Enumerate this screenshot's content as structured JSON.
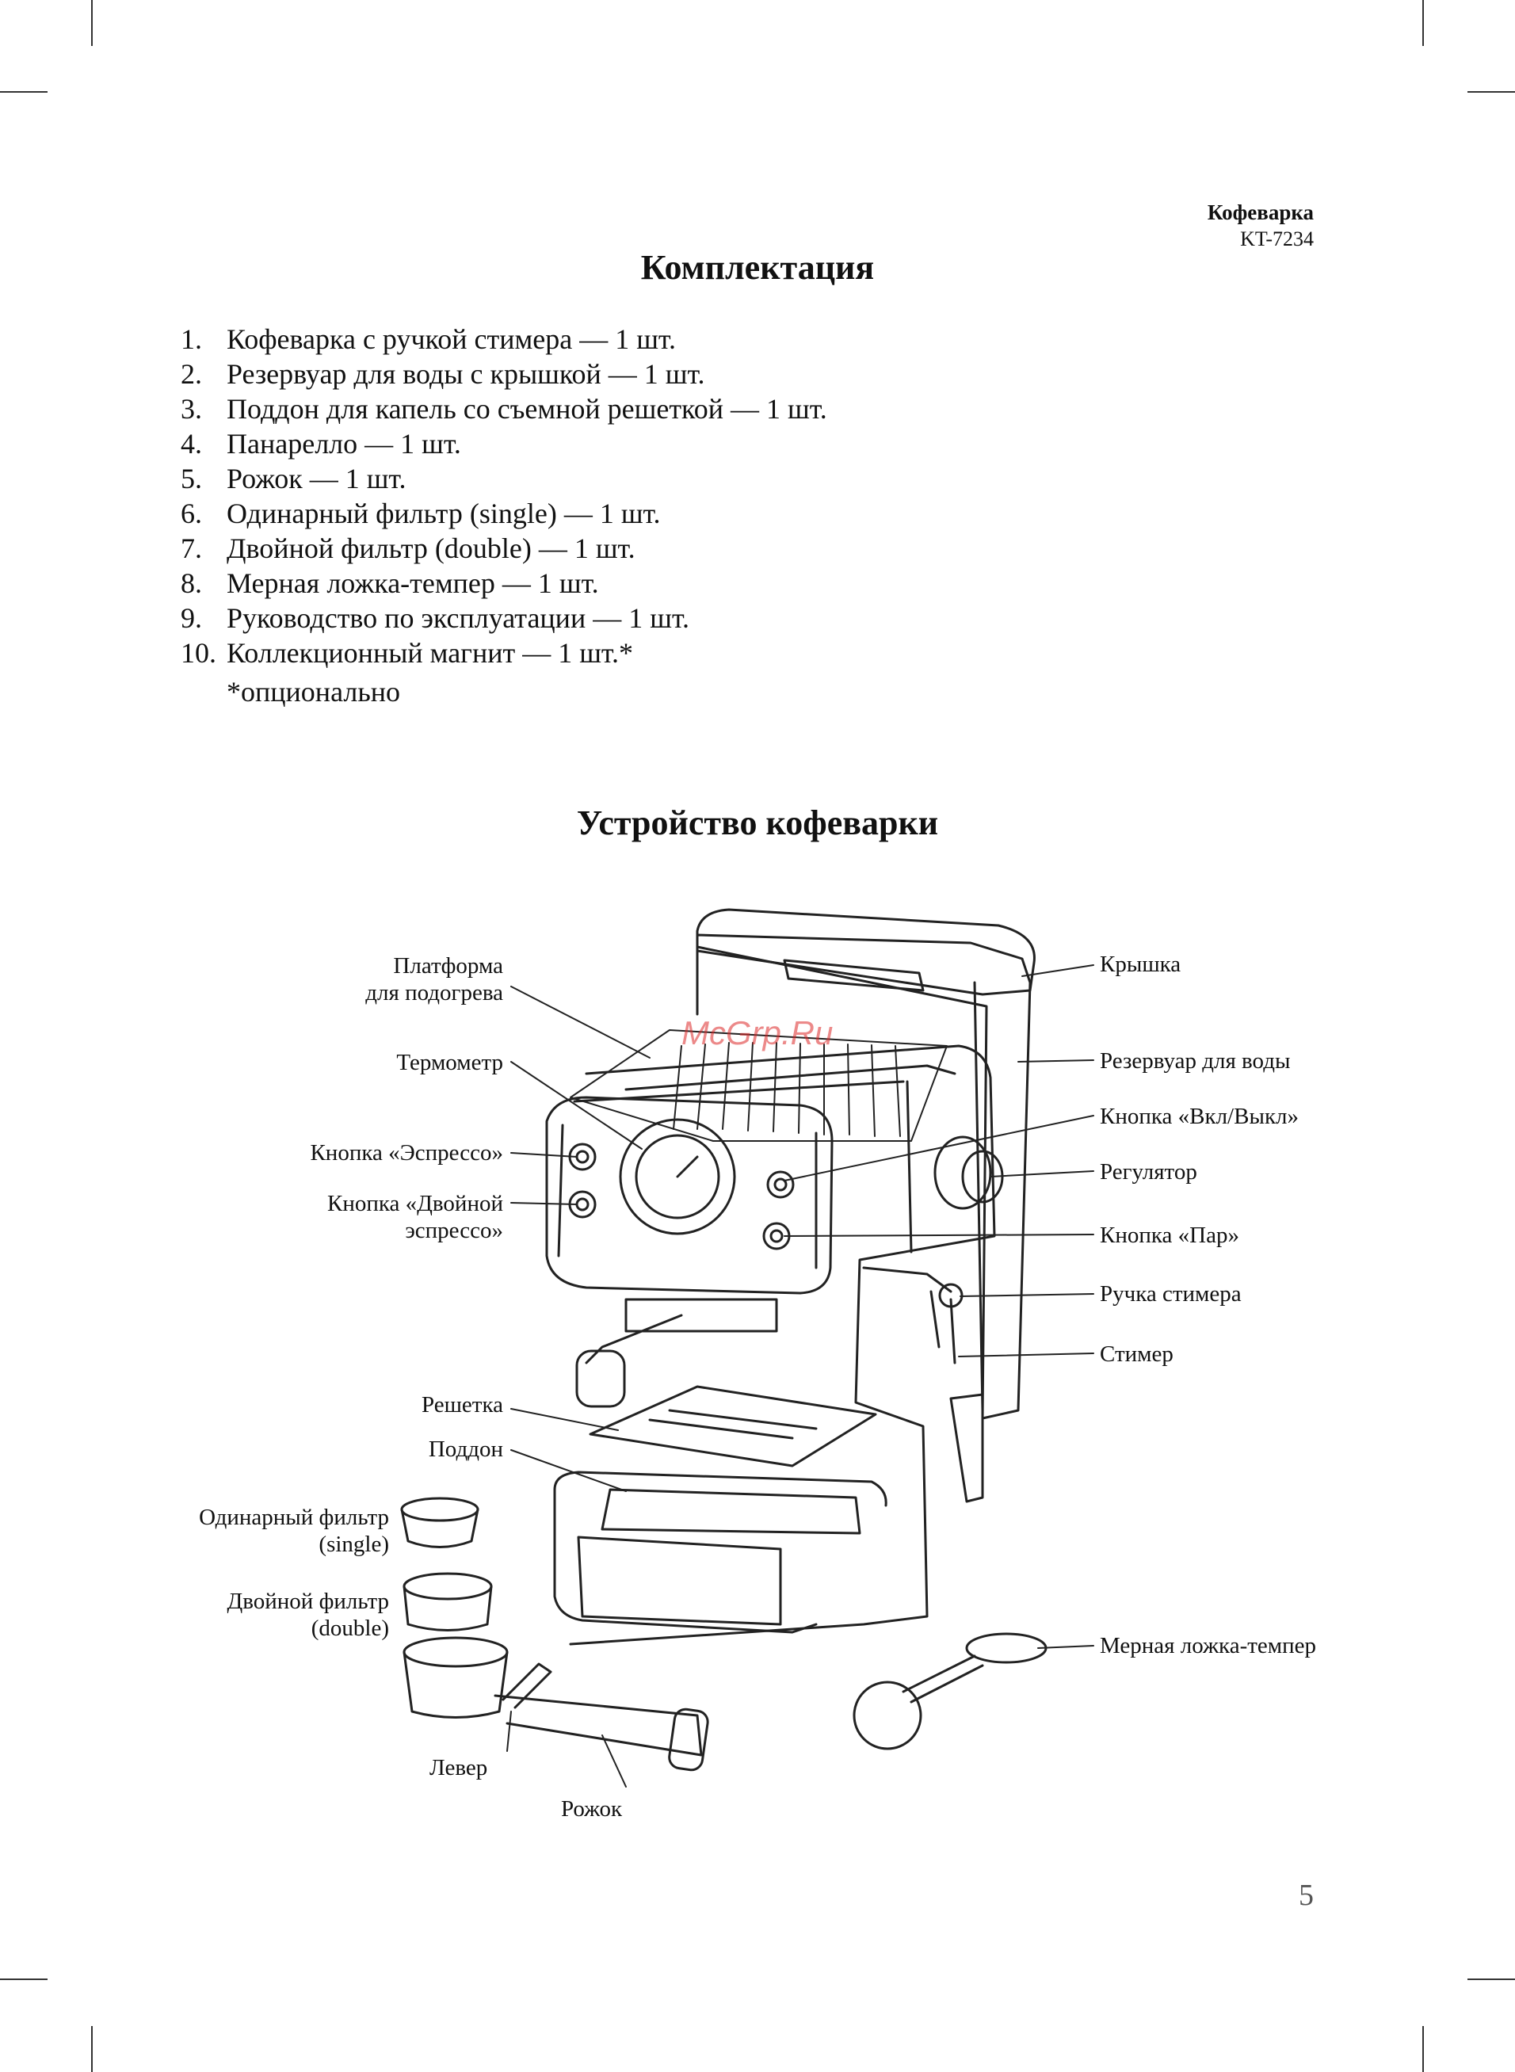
{
  "header": {
    "title": "Кофеварка",
    "model": "KT-7234"
  },
  "kit": {
    "title": "Комплектация",
    "items": [
      {
        "num": "1.",
        "text": "Кофеварка с ручкой стимера — 1 шт."
      },
      {
        "num": "2.",
        "text": "Резервуар для воды с крышкой — 1 шт."
      },
      {
        "num": "3.",
        "text": "Поддон для капель со съемной решеткой — 1 шт."
      },
      {
        "num": "4.",
        "text": "Панарелло — 1 шт."
      },
      {
        "num": "5.",
        "text": "Рожок — 1 шт."
      },
      {
        "num": "6.",
        "text": "Одинарный фильтр (single) — 1 шт."
      },
      {
        "num": "7.",
        "text": "Двойной фильтр (double) — 1 шт."
      },
      {
        "num": "8.",
        "text": "Мерная ложка-темпер — 1 шт."
      },
      {
        "num": "9.",
        "text": "Руководство по эксплуатации — 1 шт."
      },
      {
        "num": "10.",
        "text": "Коллекционный магнит — 1 шт.*"
      }
    ],
    "note": "*опционально"
  },
  "device": {
    "title": "Устройство кофеварки",
    "labels_left": {
      "platform_1": "Платформа",
      "platform_2": "для подогрева",
      "thermometer": "Термометр",
      "espresso_btn": "Кнопка «Эспрессо»",
      "double_btn_1": "Кнопка «Двойной",
      "double_btn_2": "эспрессо»",
      "grate": "Решетка",
      "tray": "Поддон",
      "single_1": "Одинарный фильтр",
      "single_2": "(single)",
      "double_1": "Двойной фильтр",
      "double_2": "(double)",
      "lever": "Левер",
      "holder": "Рожок"
    },
    "labels_right": {
      "lid": "Крышка",
      "tank": "Резервуар для воды",
      "power_btn": "Кнопка «Вкл/Выкл»",
      "regulator": "Регулятор",
      "steam_btn": "Кнопка «Пар»",
      "steam_handle": "Ручка стимера",
      "steamer": "Стимер",
      "tamper": "Мерная ложка-темпер"
    }
  },
  "watermark": "McGrp.Ru",
  "page_number": "5"
}
